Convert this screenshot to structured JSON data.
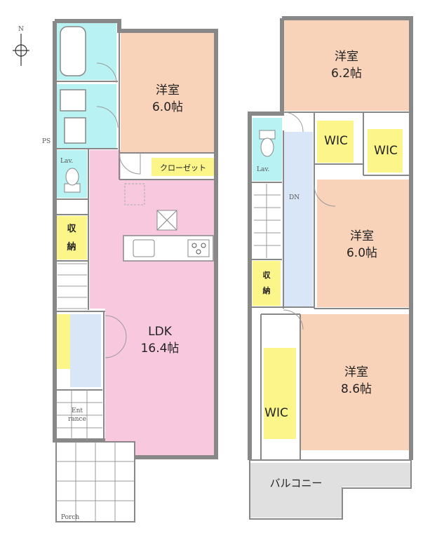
{
  "colors": {
    "western_room": "#f8d2b9",
    "ldk": "#f8c9de",
    "storage": "#fbf58a",
    "water_area": "#b8f2f2",
    "hall": "#d8e6f8",
    "balcony": "#e0e0e0",
    "wall": "#888888"
  },
  "compass": {
    "north_label": "N"
  },
  "floor1": {
    "western_room": {
      "name": "洋室",
      "size": "6.0帖"
    },
    "closet": "クローゼット",
    "lav": "Lav.",
    "storage": {
      "line1": "収",
      "line2": "納"
    },
    "ldk": {
      "name": "LDK",
      "size": "16.4帖"
    },
    "entrance": {
      "line1": "Ent",
      "line2": "rance"
    },
    "porch": "Porch",
    "ps": "PS"
  },
  "floor2": {
    "room_top": {
      "name": "洋室",
      "size": "6.2帖"
    },
    "wic_left": "WIC",
    "wic_right": "WIC",
    "room_mid": {
      "name": "洋室",
      "size": "6.0帖"
    },
    "lav": "Lav.",
    "dn": "DN",
    "storage": {
      "line1": "収",
      "line2": "納"
    },
    "room_bottom": {
      "name": "洋室",
      "size": "8.6帖"
    },
    "wic_bottom": "WIC",
    "balcony": "バルコニー"
  }
}
